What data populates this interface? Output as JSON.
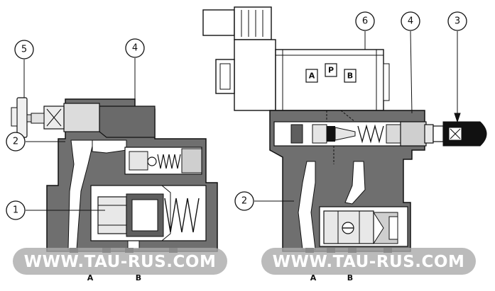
{
  "callouts": {
    "c1": "1",
    "c2a": "2",
    "c2b": "2",
    "c3": "3",
    "c4a": "4",
    "c4b": "4",
    "c5": "5",
    "c6": "6"
  },
  "ports": {
    "left_a": "A",
    "left_b": "B",
    "right_a": "A",
    "right_b": "B",
    "pilot_a": "A",
    "pilot_p": "P",
    "pilot_b": "B"
  },
  "watermark": {
    "left": "WWW.TAU-RUS.COM",
    "right": "WWW.TAU-RUS.COM"
  }
}
